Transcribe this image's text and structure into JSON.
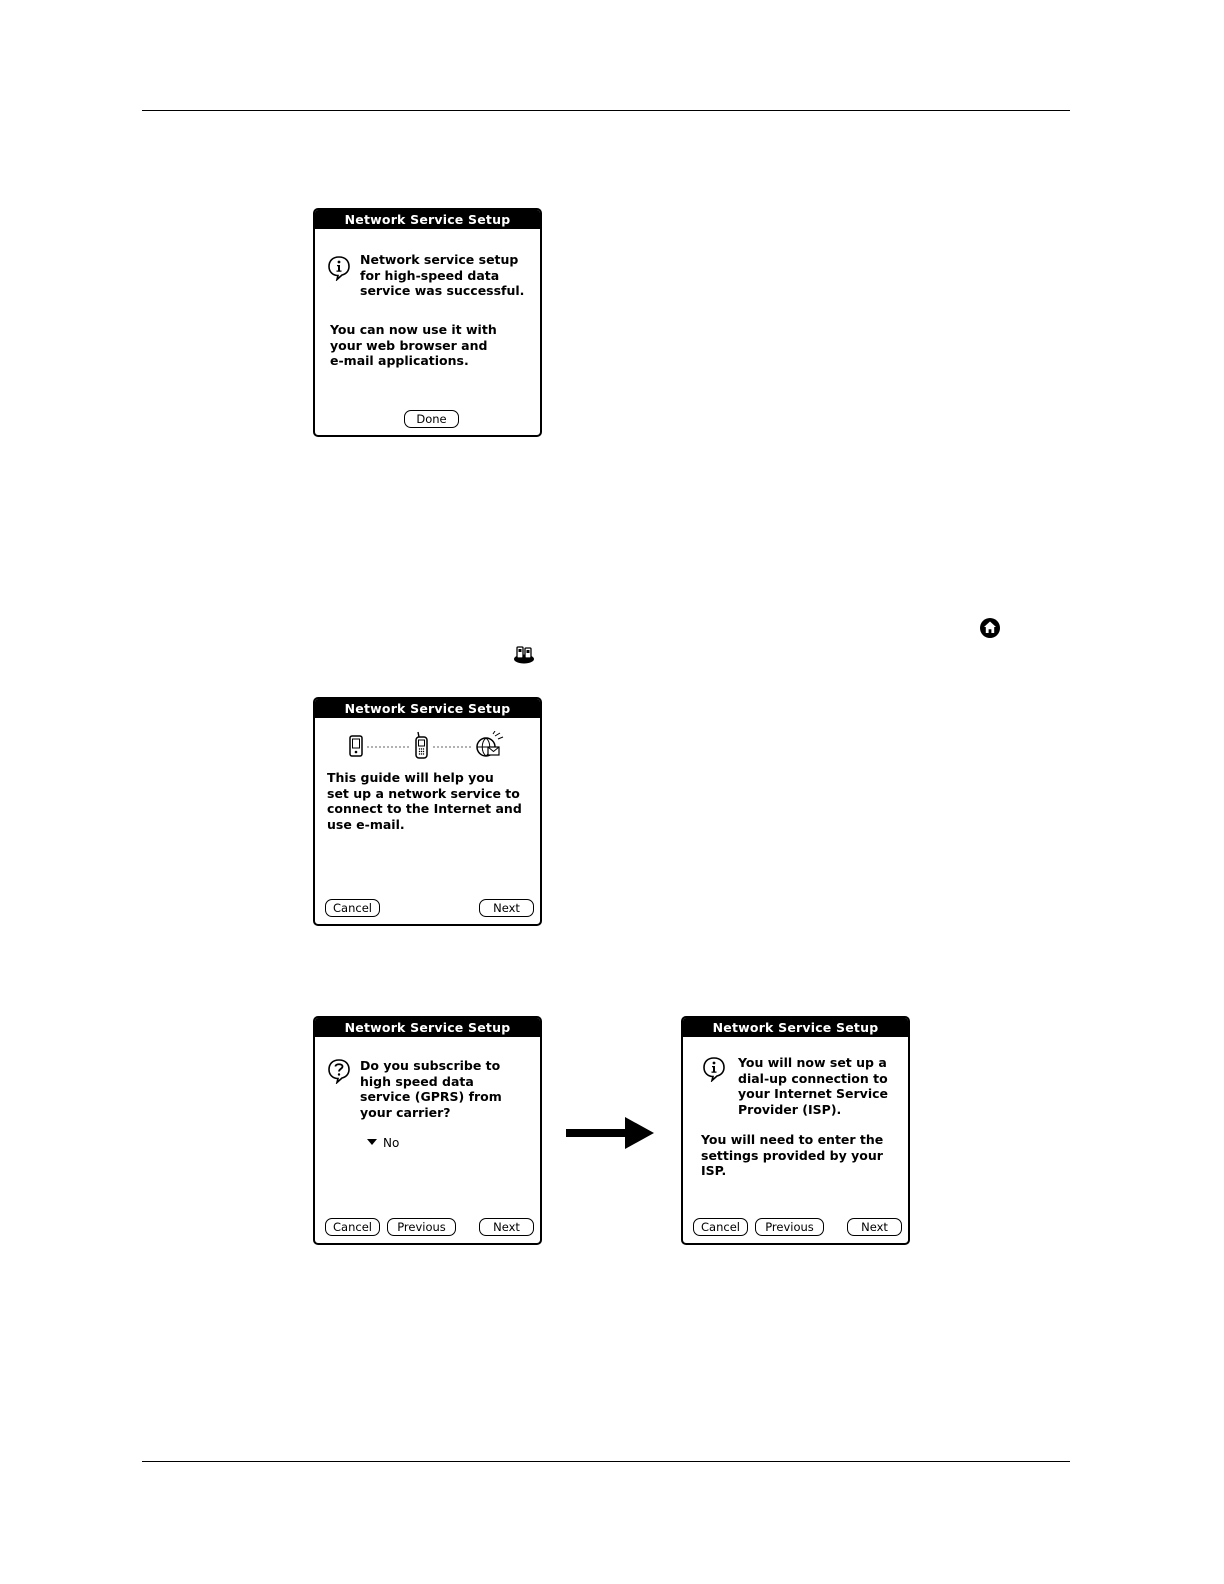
{
  "dialogs": {
    "success": {
      "title": "Network Service Setup",
      "message": "Network service setup\nfor high-speed data\nservice was successful.",
      "detail": "You can now use it with\nyour web browser and\ne-mail applications.",
      "done_label": "Done"
    },
    "guide": {
      "title": "Network Service Setup",
      "message": "This guide will help you\nset up a network service to\nconnect to the Internet and\nuse e-mail.",
      "cancel_label": "Cancel",
      "next_label": "Next"
    },
    "gprs": {
      "title": "Network Service Setup",
      "question": "Do you subscribe to\nhigh speed data\nservice (GPRS) from\nyour carrier?",
      "selected_value": "No",
      "cancel_label": "Cancel",
      "previous_label": "Previous",
      "next_label": "Next"
    },
    "isp": {
      "title": "Network Service Setup",
      "message": "You will now set up a\ndial-up connection to\nyour Internet Service\nProvider (ISP).",
      "detail": "You will need to enter the\nsettings provided by your\nISP.",
      "cancel_label": "Cancel",
      "previous_label": "Previous",
      "next_label": "Next"
    }
  }
}
